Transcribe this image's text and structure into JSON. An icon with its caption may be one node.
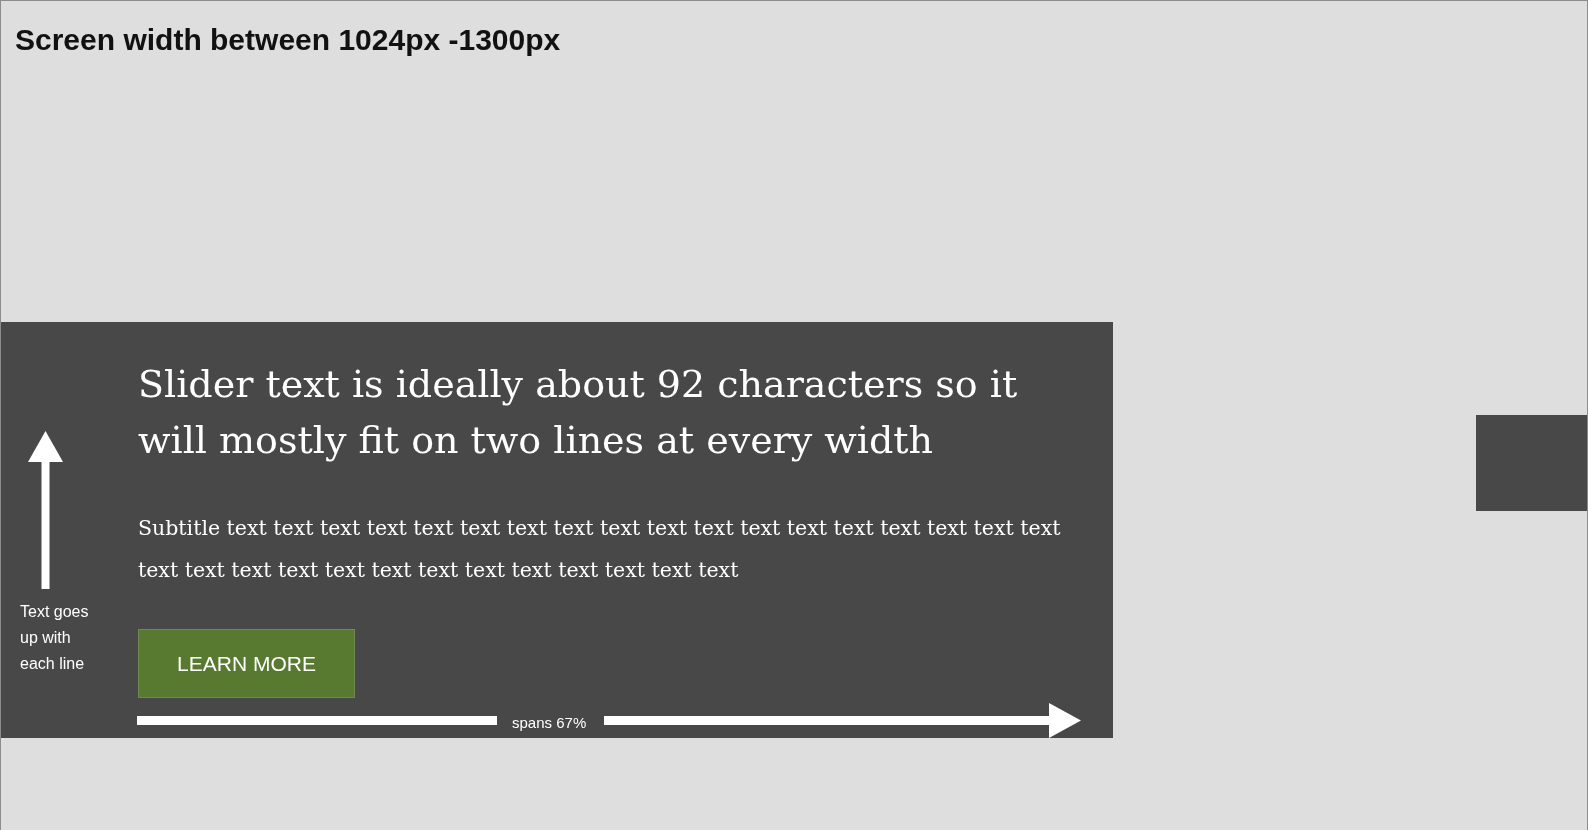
{
  "diagram": {
    "title": "Screen width between 1024px -1300px",
    "nodes": [
      {
        "text": [
          "Slider text is ideally about 92 characters so it will mostly fit on two lines at every width",
          "Subtitle text text text text text text text text text text text text text text text text text text text text text text text text text text text text text text text"
        ]
      },
      {
        "text": [
          "LEARN MORE"
        ],
        "in": 0
      },
      {
        "text": [],
        "shape": "box"
      }
    ],
    "labels": [
      "Text goes up with each line",
      "spans 67%"
    ]
  }
}
